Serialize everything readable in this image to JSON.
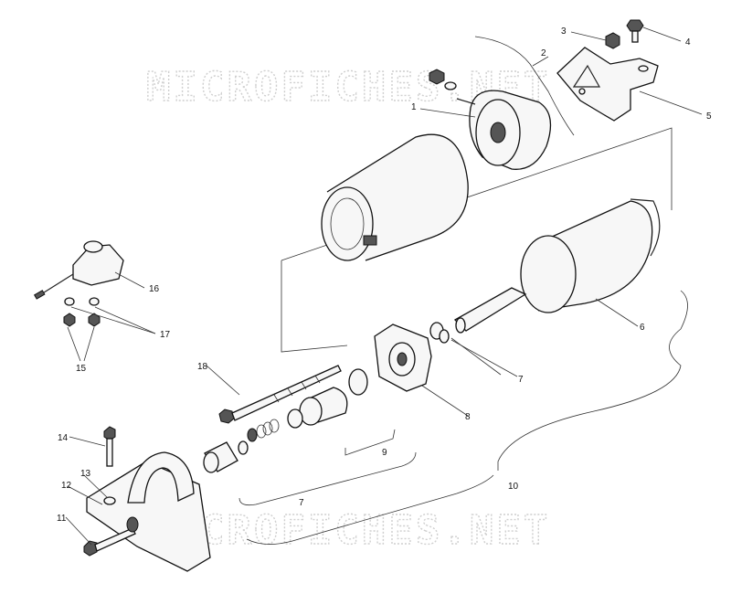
{
  "watermark": {
    "text": "MICROFICHES.NET"
  },
  "callouts": [
    {
      "id": "c1",
      "text": "1"
    },
    {
      "id": "c2",
      "text": "2"
    },
    {
      "id": "c3",
      "text": "3"
    },
    {
      "id": "c4",
      "text": "4"
    },
    {
      "id": "c5",
      "text": "5"
    },
    {
      "id": "c6",
      "text": "6"
    },
    {
      "id": "c7a",
      "text": "7"
    },
    {
      "id": "c7b",
      "text": "7"
    },
    {
      "id": "c8",
      "text": "8"
    },
    {
      "id": "c9",
      "text": "9"
    },
    {
      "id": "c10",
      "text": "10"
    },
    {
      "id": "c11",
      "text": "11"
    },
    {
      "id": "c12",
      "text": "12"
    },
    {
      "id": "c13",
      "text": "13"
    },
    {
      "id": "c14",
      "text": "14"
    },
    {
      "id": "c15",
      "text": "15"
    },
    {
      "id": "c16",
      "text": "16"
    },
    {
      "id": "c17",
      "text": "17"
    },
    {
      "id": "c18",
      "text": "18"
    }
  ]
}
